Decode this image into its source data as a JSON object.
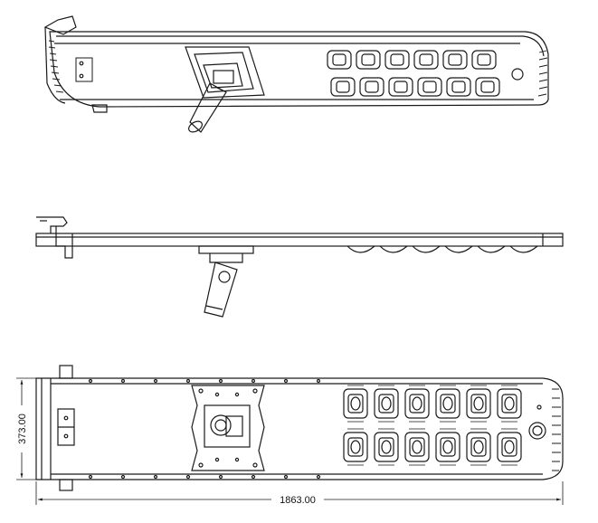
{
  "drawing": {
    "views": [
      "perspective-view",
      "side-view",
      "top-view"
    ],
    "led_modules": {
      "rows": 2,
      "columns": 6
    },
    "dimensions": {
      "width_label": "373.00",
      "length_label": "1863.00"
    },
    "colors": {
      "line": "#1a1a1a",
      "background": "#ffffff"
    }
  }
}
